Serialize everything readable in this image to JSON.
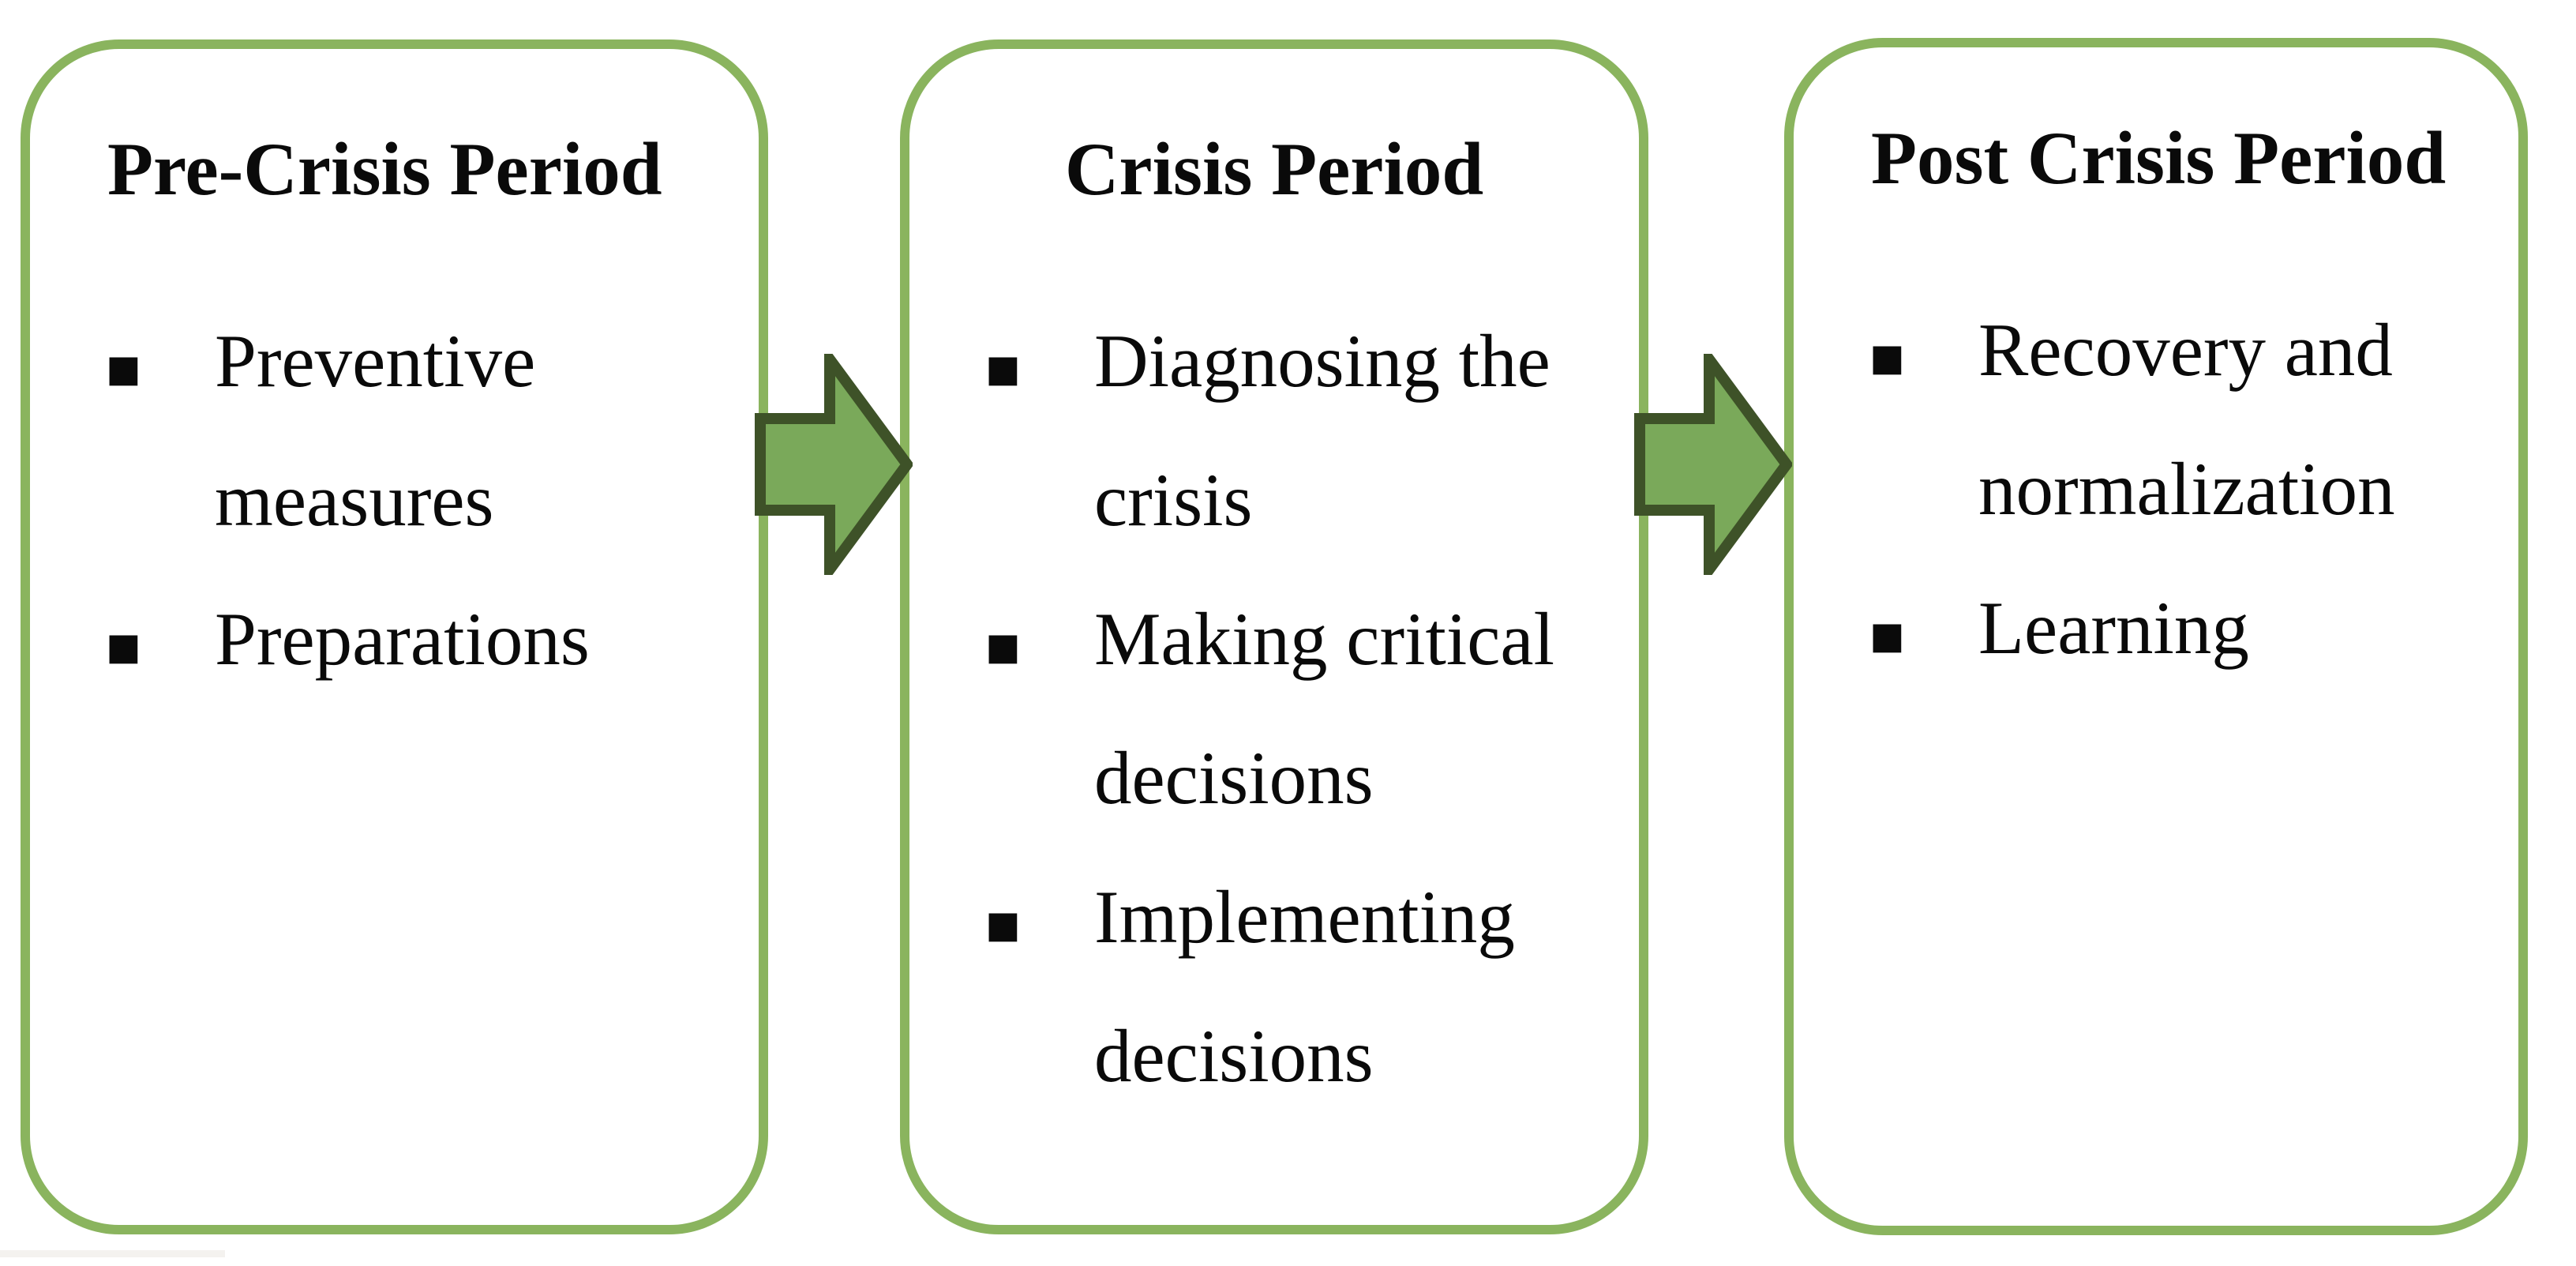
{
  "colors": {
    "box_border": "#8ab45e",
    "arrow_fill": "#7aa95a",
    "arrow_stroke": "#3e5228",
    "text": "#0a0a0a"
  },
  "bullet_glyph": "▪",
  "boxes": [
    {
      "title": "Pre-Crisis Period",
      "items": [
        {
          "lines": [
            "Preventive",
            "measures"
          ]
        },
        {
          "lines": [
            "Preparations"
          ]
        }
      ]
    },
    {
      "title": "Crisis Period",
      "items": [
        {
          "lines": [
            "Diagnosing the",
            "crisis"
          ]
        },
        {
          "lines": [
            "Making critical",
            "decisions"
          ]
        },
        {
          "lines": [
            "Implementing",
            "decisions"
          ]
        }
      ]
    },
    {
      "title": "Post Crisis Period",
      "items": [
        {
          "lines": [
            "Recovery and",
            "normalization"
          ]
        },
        {
          "lines": [
            "Learning"
          ]
        }
      ]
    }
  ],
  "arrows": [
    {
      "name": "flow-arrow-1"
    },
    {
      "name": "flow-arrow-2"
    }
  ]
}
